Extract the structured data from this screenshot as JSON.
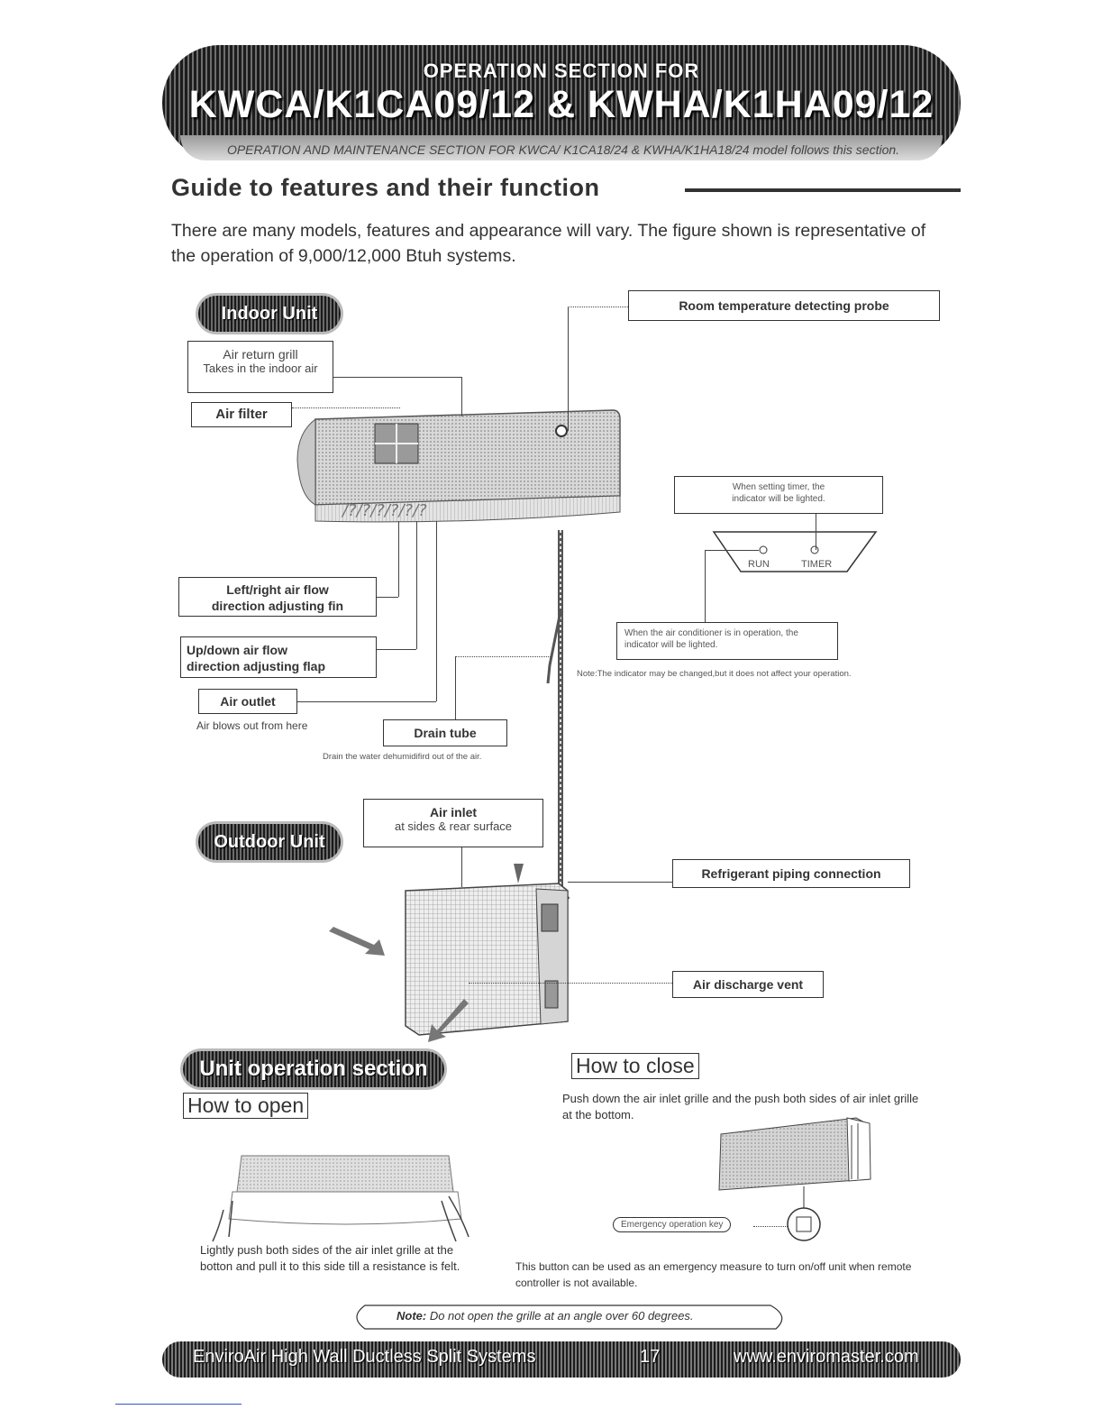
{
  "header": {
    "line1": "OPERATION SECTION FOR",
    "line2": "KWCA/K1CA09/12 & KWHA/K1HA09/12",
    "line3": "OPERATION AND MAINTENANCE SECTION FOR KWCA/ K1CA18/24 & KWHA/K1HA18/24 model follows this section."
  },
  "guide": {
    "title": "Guide to features and their function",
    "intro": "There are many models, features and appearance will  vary. The figure shown is representative of the operation of  9,000/12,000 Btuh systems."
  },
  "indoor": {
    "pill": "Indoor  Unit",
    "air_return_title": "Air return grill",
    "air_return_desc": "Takes in the indoor air",
    "air_filter": "Air filter",
    "room_probe": "Room temperature detecting probe",
    "timer_note": "When setting timer, the indicator will be lighted.",
    "run_label": "RUN",
    "timer_label": "TIMER",
    "operation_note": "When the air conditioner is in operation, the indicator will be lighted.",
    "indicator_note": "Note:The indicator may  be changed,but it does not affect your operation.",
    "lr_fin_1": "Left/right air flow",
    "lr_fin_2": "direction adjusting fin",
    "ud_flap_1": "Up/down air flow",
    "ud_flap_2": "direction adjusting flap",
    "air_outlet": "Air outlet",
    "air_outlet_desc": "Air blows out from here",
    "drain_tube": "Drain tube",
    "drain_desc": "Drain the water dehumidifird out of the air."
  },
  "outdoor": {
    "pill": "Outdoor Unit",
    "air_inlet_title": "Air inlet",
    "air_inlet_desc": "at sides &  rear surface",
    "refrigerant": "Refrigerant piping connection",
    "discharge": "Air discharge vent"
  },
  "unit_operation": {
    "pill": "Unit operation section",
    "how_open": "How to open",
    "open_desc": "Lightly push both sides of the air inlet grille at the botton and pull it to this side till a resistance is felt.",
    "how_close": "How to close",
    "close_desc": "Push down the air inlet grille and the push both sides of air inlet grille at the bottom.",
    "emergency_key": "Emergency operation key",
    "emergency_desc": "This button can be used as an emergency measure to turn on/off unit when remote controller is not available.",
    "note_label": "Note:",
    "note_text": " Do not open the grille at an angle over 60 degrees."
  },
  "footer": {
    "left": "EnviroAir High Wall Ductless Split Systems",
    "page": "17",
    "url": "www.enviromaster.com"
  }
}
